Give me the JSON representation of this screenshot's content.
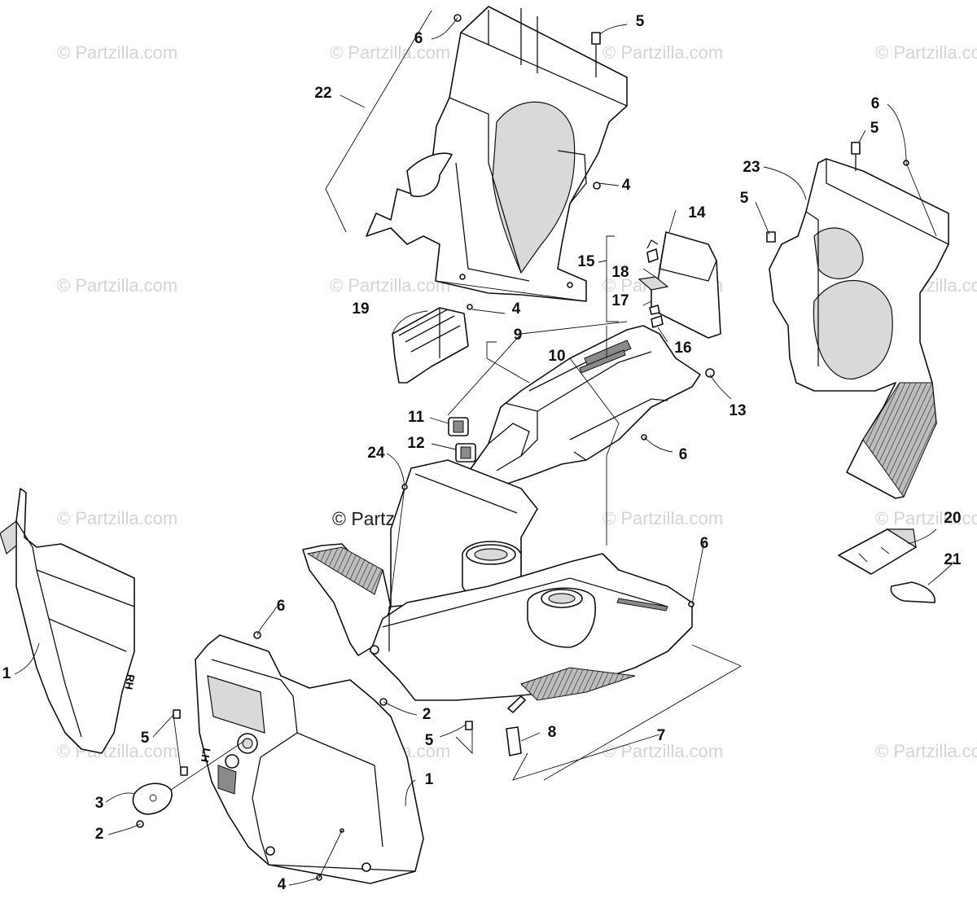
{
  "watermark": "© Partzilla.com",
  "watermark_center": "© Partzilla.com",
  "callouts": {
    "c1a": "1",
    "c1b": "1",
    "c2a": "2",
    "c2b": "2",
    "c3": "3",
    "c4a": "4",
    "c4b": "4",
    "c4c": "4",
    "c5a": "5",
    "c5b": "5",
    "c5c": "5",
    "c5d": "5",
    "c5e": "5",
    "c6a": "6",
    "c6b": "6",
    "c6c": "6",
    "c6d": "6",
    "c6e": "6",
    "c7": "7",
    "c8": "8",
    "c9": "9",
    "c10": "10",
    "c11": "11",
    "c12": "12",
    "c13": "13",
    "c14": "14",
    "c15": "15",
    "c16": "16",
    "c17": "17",
    "c18": "18",
    "c19": "19",
    "c20": "20",
    "c21": "21",
    "c22": "22",
    "c23": "23",
    "c24": "24"
  },
  "decals": {
    "rh": "RH",
    "lh": "LH"
  }
}
